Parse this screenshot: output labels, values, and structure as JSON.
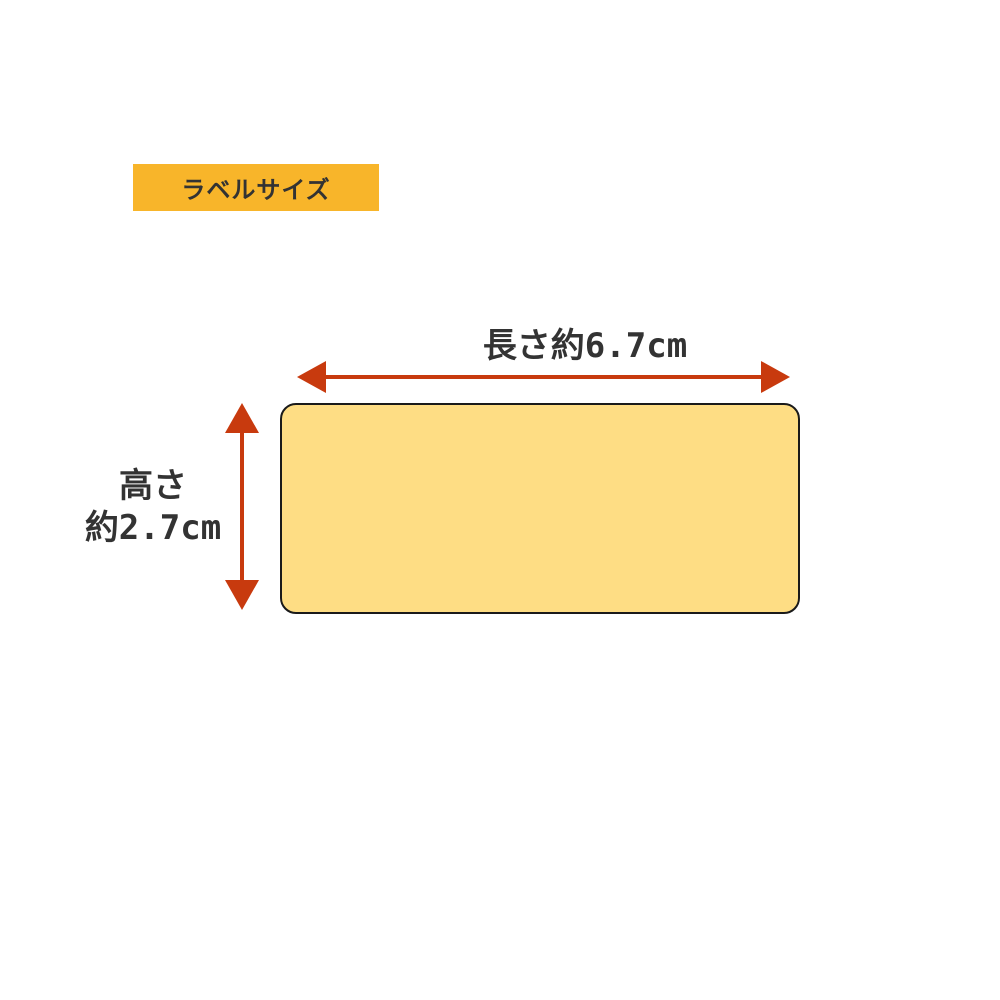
{
  "header": {
    "title": "ラベルサイズ",
    "badge_color": "#F8B52A"
  },
  "label": {
    "fill_color": "#FEDD84",
    "border_color": "#1a1a1a"
  },
  "dimensions": {
    "length_label": "長さ約6.7cm",
    "height_label_line1": "高さ",
    "height_label_line2": "約2.7cm",
    "length_cm": 6.7,
    "height_cm": 2.7,
    "arrow_color": "#C83A0E"
  }
}
